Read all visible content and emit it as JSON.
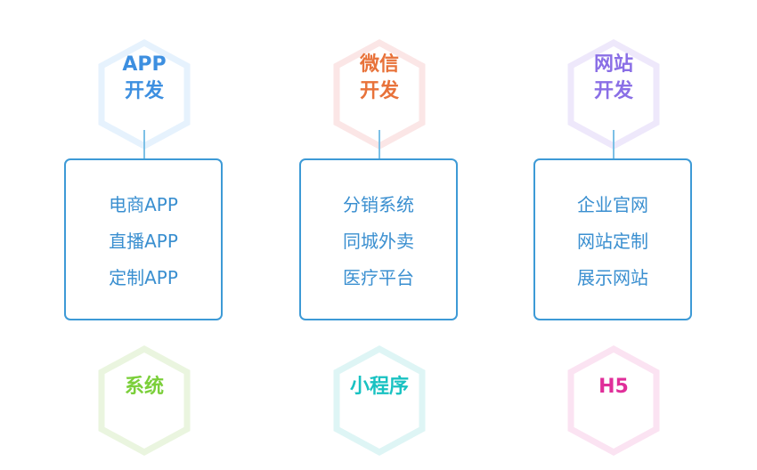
{
  "services": [
    {
      "title_lines": [
        "APP",
        "开发"
      ],
      "title_color": "#3d8fe0",
      "hex_color": "#e6f2fd",
      "items": [
        "电商APP",
        "直播APP",
        "定制APP"
      ]
    },
    {
      "title_lines": [
        "微信",
        "开发"
      ],
      "title_color": "#e8723a",
      "hex_color": "#fbe6e6",
      "items": [
        "分销系统",
        "同城外卖",
        "医疗平台"
      ]
    },
    {
      "title_lines": [
        "网站",
        "开发"
      ],
      "title_color": "#8a6fe6",
      "hex_color": "#eee8fb",
      "items": [
        "企业官网",
        "网站定制",
        "展示网站"
      ]
    }
  ],
  "services_row2": [
    {
      "title": "系统",
      "title_color": "#7bcf3a",
      "hex_color": "#eaf5df"
    },
    {
      "title": "小程序",
      "title_color": "#19c2c2",
      "hex_color": "#def5f5"
    },
    {
      "title": "H5",
      "title_color": "#e02f9a",
      "hex_color": "#fbe3f2"
    }
  ],
  "line_color": "#7cc0e6",
  "card_border_color": "#3d9ad6"
}
